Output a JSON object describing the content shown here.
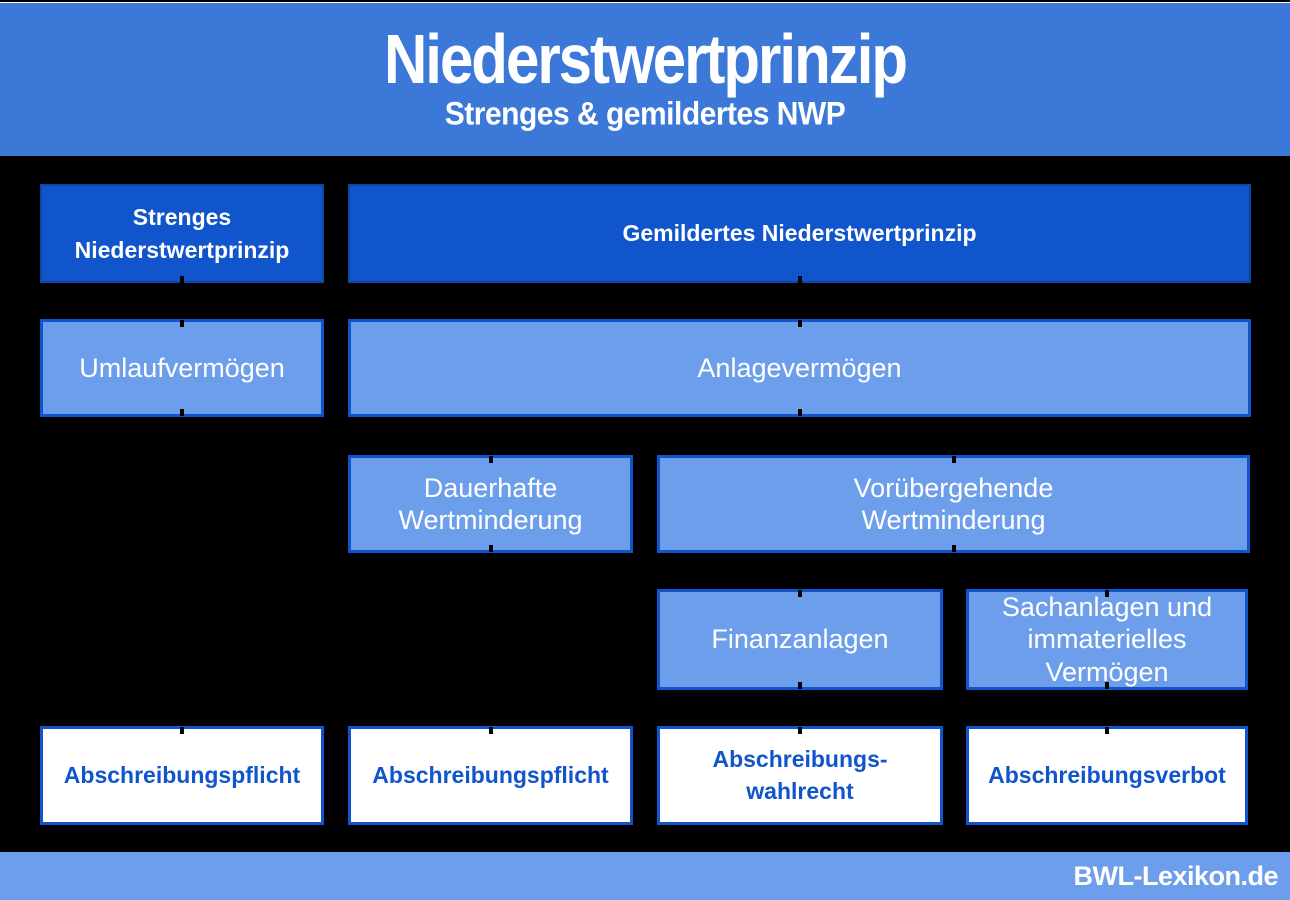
{
  "header": {
    "title": "Niederstwertprinzip",
    "subtitle": "Strenges & gemildertes NWP"
  },
  "boxes": {
    "strenges": "Strenges\nNiederstwertprinzip",
    "gemildertes": "Gemildertes Niederstwertprinzip",
    "umlaufvermoegen": "Umlaufvermögen",
    "anlagevermoegen": "Anlagevermögen",
    "dauerhafte_wertminderung": "Dauerhafte\nWertminderung",
    "voruebergehende_wertminderung": "Vorübergehende\nWertminderung",
    "finanzanlagen": "Finanzanlagen",
    "sachanlagen": "Sachanlagen und\nimmaterielles\nVermögen",
    "ergebnis_strenges": "Abschreibungspflicht",
    "ergebnis_dauerhaft": "Abschreibungspflicht",
    "ergebnis_finanzanlagen": "Abschreibungs-\nwahlrecht",
    "ergebnis_sachanlagen": "Abschreibungsverbot"
  },
  "footer": {
    "brand": "BWL-Lexikon.de"
  },
  "colors": {
    "background": "#000000",
    "header_blue": "#3c78d8",
    "box_dark_blue": "#1155cc",
    "box_light_blue": "#6d9eeb",
    "box_border_blue": "#1155cc",
    "result_text_blue": "#1155cc",
    "footer_blue": "#6d9eeb",
    "text_white": "#ffffff"
  }
}
